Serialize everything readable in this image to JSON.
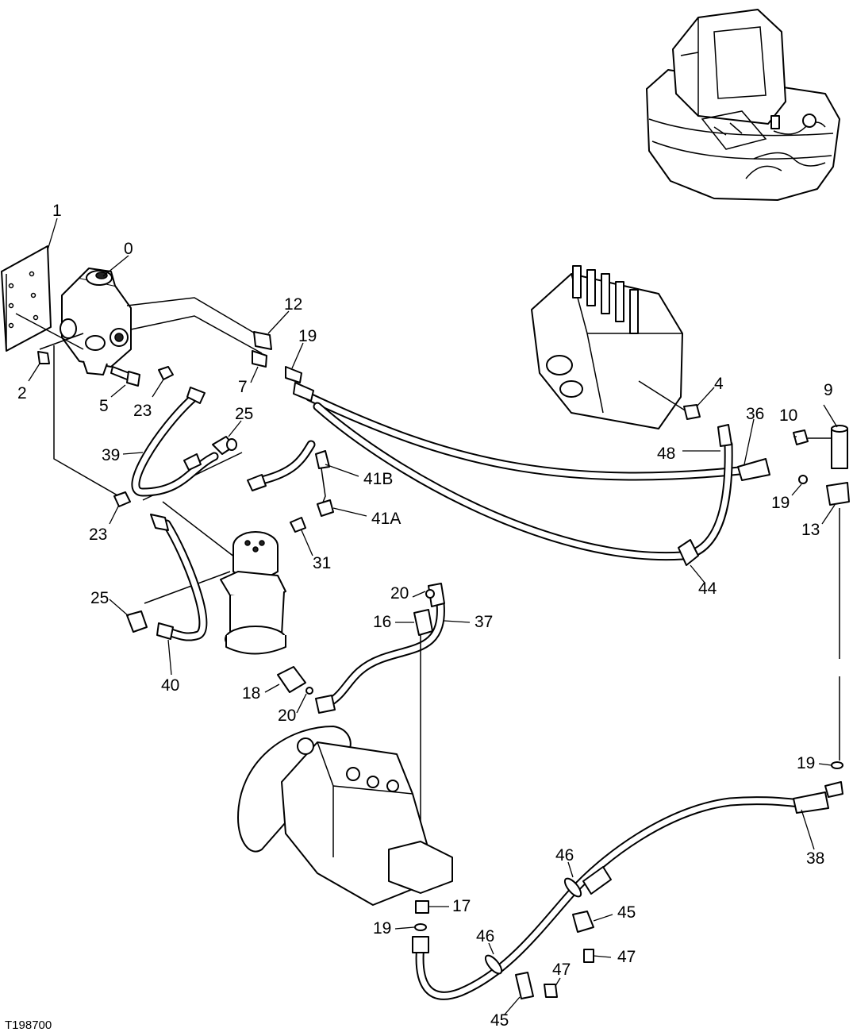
{
  "figure_id": "T198700",
  "callouts": [
    "0",
    "1",
    "2",
    "4",
    "5",
    "7",
    "9",
    "10",
    "12",
    "13",
    "16",
    "17",
    "18",
    "19",
    "20",
    "23",
    "25",
    "31",
    "36",
    "37",
    "38",
    "39",
    "40",
    "41A",
    "41B",
    "44",
    "45",
    "46",
    "47",
    "48"
  ]
}
